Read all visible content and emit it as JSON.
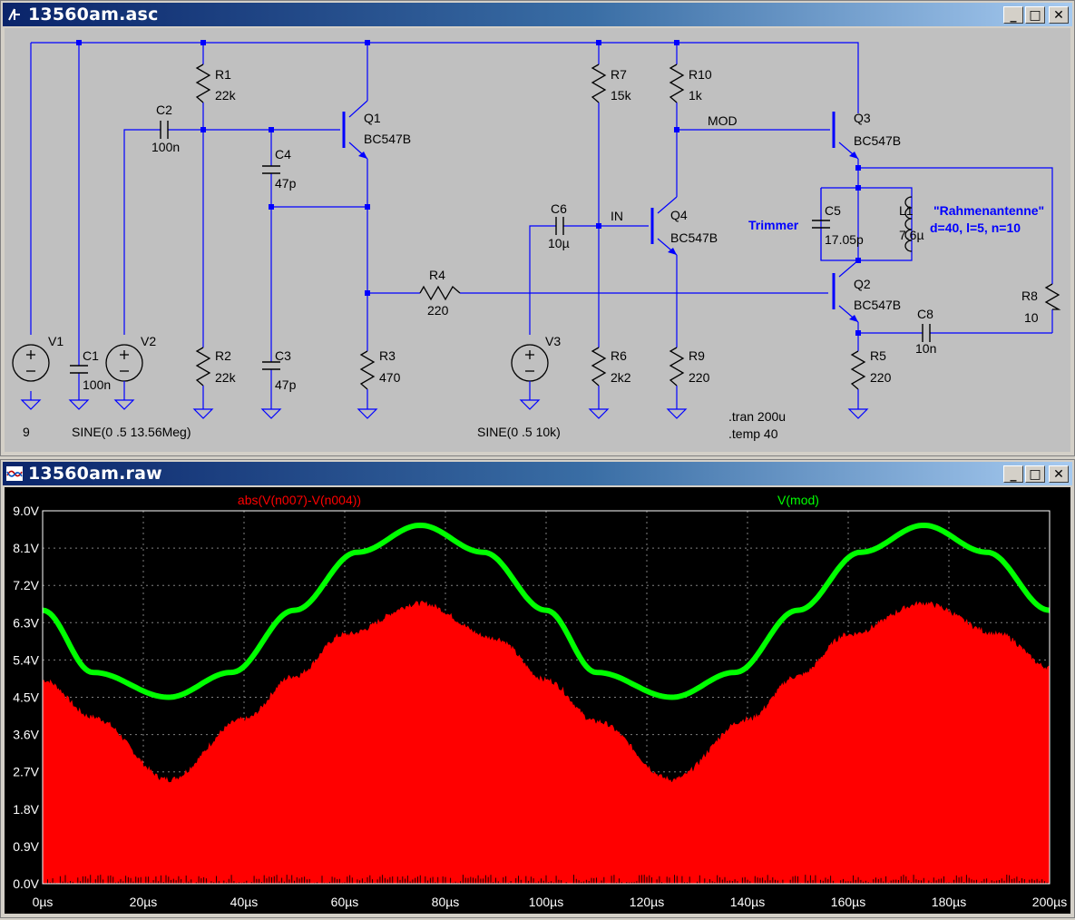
{
  "schematic_window": {
    "title": "13560am.asc",
    "minimize": "_",
    "maximize": "□",
    "close": "✕"
  },
  "waveform_window": {
    "title": "13560am.raw",
    "minimize": "_",
    "maximize": "□",
    "close": "✕"
  },
  "components": {
    "R1": {
      "name": "R1",
      "value": "22k"
    },
    "R2": {
      "name": "R2",
      "value": "22k"
    },
    "R3": {
      "name": "R3",
      "value": "470"
    },
    "R4": {
      "name": "R4",
      "value": "220"
    },
    "R5": {
      "name": "R5",
      "value": "220"
    },
    "R6": {
      "name": "R6",
      "value": "2k2"
    },
    "R7": {
      "name": "R7",
      "value": "15k"
    },
    "R8": {
      "name": "R8",
      "value": "10"
    },
    "R9": {
      "name": "R9",
      "value": "220"
    },
    "R10": {
      "name": "R10",
      "value": "1k"
    },
    "C1": {
      "name": "C1",
      "value": "100n"
    },
    "C2": {
      "name": "C2",
      "value": "100n"
    },
    "C3": {
      "name": "C3",
      "value": "47p"
    },
    "C4": {
      "name": "C4",
      "value": "47p"
    },
    "C5": {
      "name": "C5",
      "value": "17.05p"
    },
    "C6": {
      "name": "C6",
      "value": "10µ"
    },
    "C8": {
      "name": "C8",
      "value": "10n"
    },
    "L1": {
      "name": "L1",
      "value": "7.6µ"
    },
    "Q1": {
      "name": "Q1",
      "value": "BC547B"
    },
    "Q2": {
      "name": "Q2",
      "value": "BC547B"
    },
    "Q3": {
      "name": "Q3",
      "value": "BC547B"
    },
    "Q4": {
      "name": "Q4",
      "value": "BC547B"
    },
    "V1": {
      "name": "V1",
      "value": "9"
    },
    "V2": {
      "name": "V2",
      "value": "SINE(0 .5 13.56Meg)"
    },
    "V3": {
      "name": "V3",
      "value": "SINE(0 .5 10k)"
    }
  },
  "net_labels": {
    "mod": "MOD",
    "in": "IN"
  },
  "comments": {
    "trimmer": "Trimmer",
    "antenna": "\"Rahmenantenne\"",
    "antenna_params": "d=40, l=5, n=10"
  },
  "directives": {
    "tran": ".tran 200u",
    "temp": ".temp 40"
  },
  "colors": {
    "wire": "#0000ff",
    "junction": "#0000ff",
    "comment": "#0000ff",
    "schematic_bg": "#c0c0c0",
    "trace_red": "#ff0000",
    "trace_green": "#00ff00",
    "plot_bg": "#000000",
    "grid": "#808080"
  },
  "chart_data": {
    "type": "line",
    "series": [
      {
        "name": "abs(V(n007)-V(n004))",
        "color": "#ff0000",
        "kind": "filled-envelope",
        "x": [
          0,
          10,
          25,
          40,
          50,
          60,
          75,
          90,
          100,
          110,
          125,
          140,
          150,
          160,
          175,
          190,
          200
        ],
        "upper": [
          4.9,
          4.0,
          2.5,
          3.95,
          5.0,
          6.0,
          6.75,
          5.9,
          4.9,
          3.9,
          2.5,
          3.95,
          5.0,
          6.0,
          6.75,
          6.0,
          5.2
        ],
        "lower": [
          0,
          0,
          0,
          0,
          0,
          0,
          0,
          0,
          0,
          0,
          0,
          0,
          0,
          0,
          0,
          0,
          0
        ]
      },
      {
        "name": "V(mod)",
        "color": "#00ff00",
        "kind": "line",
        "x": [
          0,
          10,
          25,
          37.5,
          50,
          62.5,
          75,
          87.5,
          100,
          110,
          125,
          137.5,
          150,
          162.5,
          175,
          187.5,
          200
        ],
        "values": [
          6.6,
          5.1,
          4.5,
          5.1,
          6.6,
          8.0,
          8.65,
          8.0,
          6.6,
          5.1,
          4.5,
          5.1,
          6.6,
          8.0,
          8.65,
          8.0,
          6.6
        ]
      }
    ],
    "xlim": [
      0,
      200
    ],
    "ylim": [
      0,
      9
    ],
    "xticks": [
      "0µs",
      "20µs",
      "40µs",
      "60µs",
      "80µs",
      "100µs",
      "120µs",
      "140µs",
      "160µs",
      "180µs",
      "200µs"
    ],
    "yticks": [
      "0.0V",
      "0.9V",
      "1.8V",
      "2.7V",
      "3.6V",
      "4.5V",
      "5.4V",
      "6.3V",
      "7.2V",
      "8.1V",
      "9.0V"
    ],
    "grid": true,
    "legend": "top"
  }
}
